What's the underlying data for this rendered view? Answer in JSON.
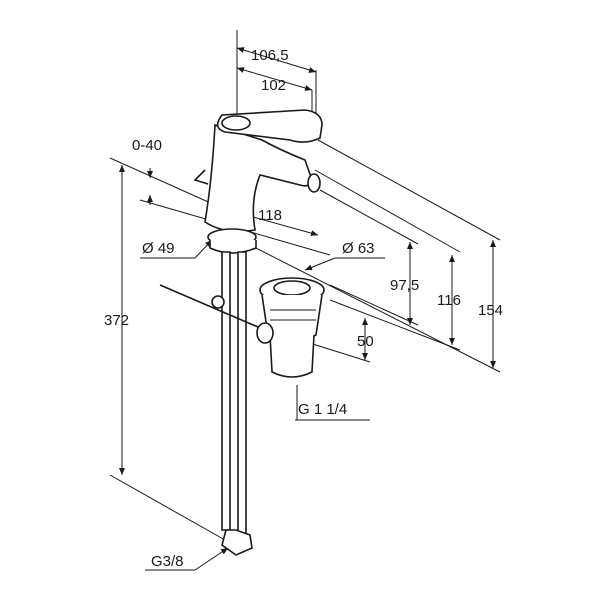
{
  "dimensions": {
    "width_outer": "106,5",
    "width_inner": "102",
    "lever_angle": "0-40",
    "spout_reach": "118",
    "body_diameter": "Ø 49",
    "drain_diameter": "Ø 63",
    "height_97": "97,5",
    "height_116": "116",
    "height_154": "154",
    "total_height": "372",
    "drain_depth": "50",
    "drain_thread": "G 1 1/4",
    "hose_thread": "G3/8"
  }
}
